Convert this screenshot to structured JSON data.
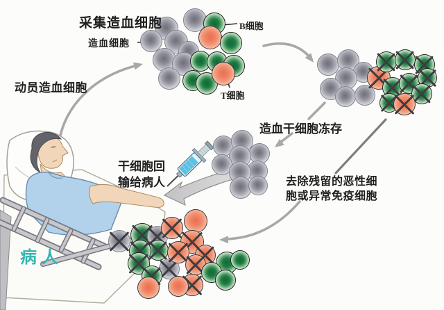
{
  "labels": {
    "collect": "采集造血细胞",
    "hematopoietic_cell": "造血细胞",
    "b_cell": "B细胞",
    "t_cell": "T细胞",
    "mobilize": "动员造血细胞",
    "cryopreserve": "造血干细胞冻存",
    "remove": "去除残留的恶性细胞或异常免疫细胞",
    "reinfuse": "干细胞回输给病人",
    "patient": "病人"
  },
  "colors": {
    "background": "#fcfcfa",
    "text": "#1f1f1f",
    "patient_label": "#35b6b2",
    "arrow": "#a8a8a8",
    "x_mark": "#3d3d42",
    "cell_gray_core": "#82828c",
    "cell_green_core": "#1b7a40",
    "cell_orange_core": "#ee8263",
    "syringe_liquid": "#56c3e6",
    "shirt_blue": "#b2d2ec",
    "skin": "#f1d6ba"
  },
  "clusters": [
    {
      "name": "collected-cells",
      "cells": [
        [
          "gray",
          240,
          41,
          17,
          0
        ],
        [
          "gray",
          281,
          29,
          17,
          0
        ],
        [
          "gray",
          218,
          59,
          16,
          0
        ],
        [
          "gray",
          254,
          60,
          17,
          0
        ],
        [
          "gray",
          272,
          74,
          15,
          0
        ],
        [
          "gray",
          237,
          86,
          17,
          0
        ],
        [
          "gray",
          265,
          92,
          17,
          0
        ],
        [
          "gray",
          244,
          113,
          16,
          0
        ],
        [
          "green",
          309,
          34,
          16,
          0
        ],
        [
          "orange",
          303,
          54,
          17,
          0
        ],
        [
          "green",
          333,
          62,
          16,
          0
        ],
        [
          "green",
          289,
          88,
          15,
          0
        ],
        [
          "green",
          313,
          89,
          15,
          0
        ],
        [
          "green",
          337,
          95,
          16,
          0
        ],
        [
          "green",
          278,
          116,
          15,
          0
        ],
        [
          "green",
          298,
          120,
          16,
          0
        ],
        [
          "orange",
          322,
          106,
          17,
          0
        ]
      ]
    },
    {
      "name": "processed-cells",
      "cells": [
        [
          "gray",
          473,
          93,
          16,
          0
        ],
        [
          "gray",
          502,
          87,
          16,
          0
        ],
        [
          "gray",
          524,
          104,
          15,
          0
        ],
        [
          "gray",
          499,
          113,
          16,
          0
        ],
        [
          "gray",
          477,
          128,
          16,
          0
        ],
        [
          "gray",
          498,
          139,
          15,
          0
        ],
        [
          "gray",
          526,
          137,
          15,
          0
        ],
        [
          "orange",
          546,
          112,
          17,
          1
        ],
        [
          "green",
          557,
          89,
          15,
          1
        ],
        [
          "green",
          584,
          86,
          15,
          1
        ],
        [
          "green",
          612,
          93,
          15,
          1
        ],
        [
          "green",
          566,
          126,
          15,
          1
        ],
        [
          "green",
          590,
          120,
          15,
          1
        ],
        [
          "green",
          616,
          112,
          14,
          1
        ],
        [
          "green",
          608,
          135,
          15,
          1
        ],
        [
          "green",
          561,
          148,
          14,
          1
        ],
        [
          "orange",
          583,
          150,
          16,
          1
        ]
      ]
    },
    {
      "name": "frozen-cells",
      "cells": [
        [
          "gray",
          322,
          210,
          15,
          0
        ],
        [
          "gray",
          349,
          203,
          16,
          0
        ],
        [
          "gray",
          374,
          221,
          15,
          0
        ],
        [
          "gray",
          346,
          225,
          16,
          0
        ],
        [
          "gray",
          320,
          237,
          15,
          0
        ],
        [
          "gray",
          371,
          246,
          15,
          0
        ],
        [
          "gray",
          346,
          248,
          16,
          0
        ],
        [
          "gray",
          347,
          270,
          16,
          0
        ],
        [
          "gray",
          372,
          267,
          14,
          0
        ]
      ]
    },
    {
      "name": "patient-cells",
      "cells": [
        [
          "gray",
          172,
          347,
          16,
          1
        ],
        [
          "green",
          205,
          338,
          17,
          1
        ],
        [
          "gray",
          227,
          340,
          15,
          1
        ],
        [
          "green",
          228,
          360,
          15,
          1
        ],
        [
          "green",
          202,
          361,
          16,
          1
        ],
        [
          "green",
          200,
          379,
          16,
          1
        ],
        [
          "gray",
          244,
          387,
          15,
          1
        ],
        [
          "green",
          219,
          397,
          15,
          1
        ],
        [
          "orange",
          248,
          328,
          16,
          1
        ],
        [
          "orange",
          282,
          318,
          17,
          0
        ],
        [
          "orange",
          277,
          348,
          17,
          1
        ],
        [
          "orange",
          257,
          363,
          16,
          1
        ],
        [
          "orange",
          296,
          367,
          15,
          1
        ],
        [
          "orange",
          282,
          381,
          15,
          1
        ],
        [
          "orange",
          277,
          410,
          16,
          1
        ],
        [
          "orange",
          214,
          414,
          16,
          0
        ],
        [
          "orange",
          257,
          412,
          15,
          0
        ],
        [
          "green",
          327,
          378,
          16,
          0
        ],
        [
          "green",
          305,
          392,
          15,
          0
        ],
        [
          "green",
          325,
          403,
          15,
          0
        ],
        [
          "green",
          346,
          374,
          14,
          0
        ]
      ]
    }
  ]
}
